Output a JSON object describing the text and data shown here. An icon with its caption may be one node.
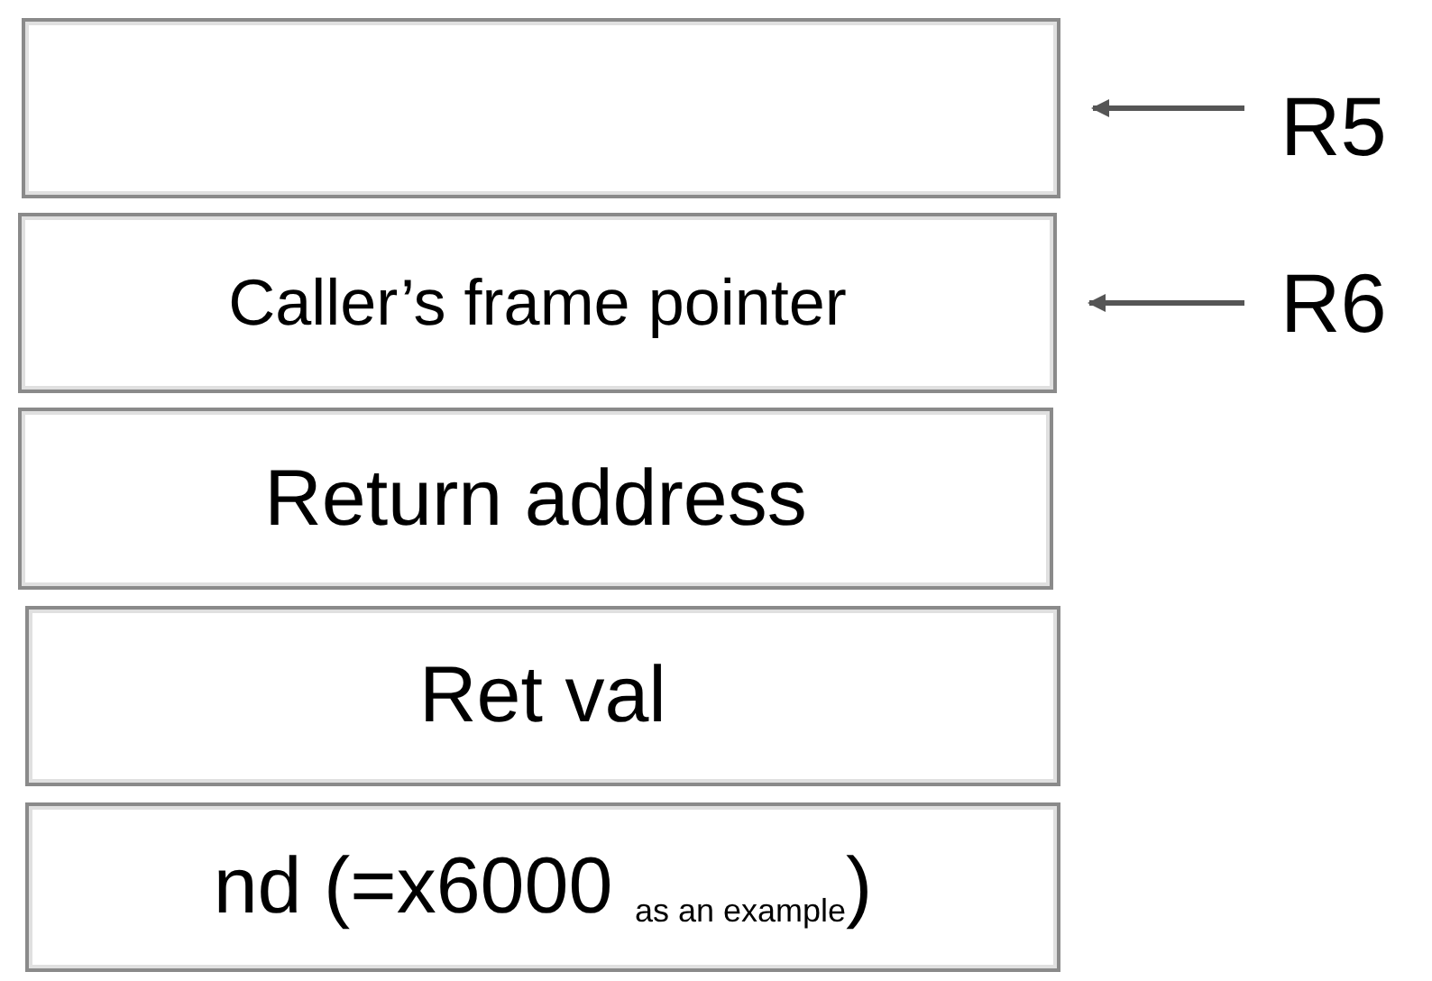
{
  "diagram": {
    "nodes": [
      {
        "text": [],
        "shape": "box"
      },
      {
        "text": [
          "Caller’s frame pointer"
        ]
      },
      {
        "text": [
          "Return address"
        ]
      },
      {
        "text": [
          "Ret val"
        ]
      },
      {
        "text": [
          "nd (=x6000 $_{as an example}$)"
        ]
      },
      {
        "text": [
          "R5"
        ]
      },
      {
        "text": [
          "R6"
        ]
      }
    ],
    "edges": [
      {
        "from": 5,
        "to": 0,
        "arrow": "to"
      },
      {
        "from": 6,
        "to": 1,
        "arrow": "to"
      }
    ]
  }
}
